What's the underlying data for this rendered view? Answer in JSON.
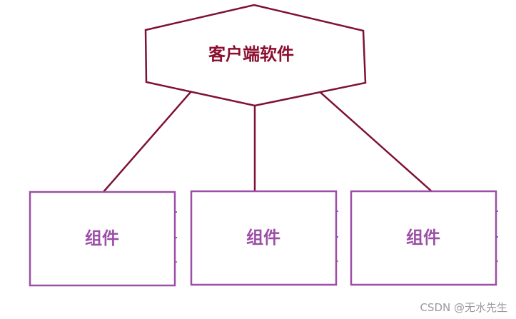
{
  "root": {
    "label": "客户端软件",
    "color": "#7f1034",
    "text_color": "#8b0f2e"
  },
  "children": [
    {
      "label": "组件"
    },
    {
      "label": "组件"
    },
    {
      "label": "组件"
    }
  ],
  "child_border_color": "#9b4fa6",
  "child_text_color": "#9b4fa6",
  "edge_color": "#7f1034",
  "watermark": "CSDN @无水先生"
}
